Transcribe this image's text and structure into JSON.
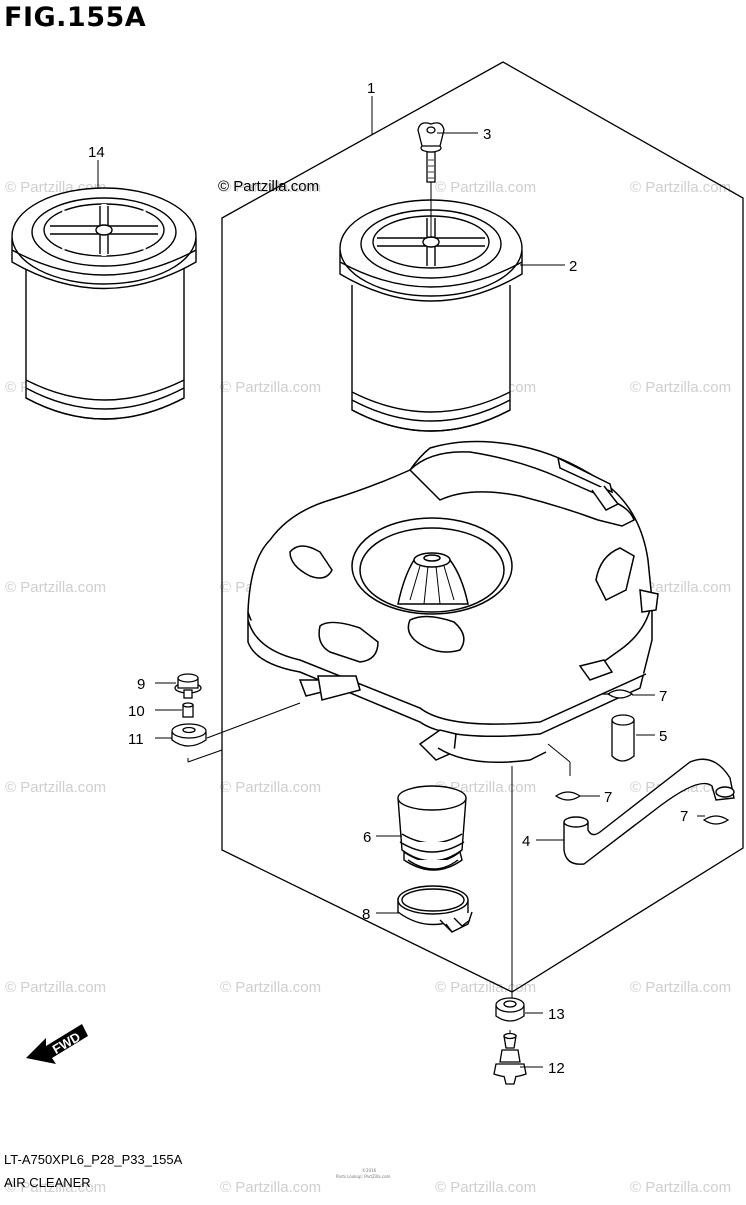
{
  "figure": {
    "title": "FIG.155A",
    "model_code": "LT-A750XPL6_P28_P33_155A",
    "caption": "AIR CLEANER",
    "credit": "© Partzilla.com",
    "watermark": "© Partzilla.com",
    "fwd_label": "FWD",
    "footer_small": [
      "©2016",
      "Parts Lookup: PartZilla.com"
    ]
  },
  "callouts": [
    {
      "id": "1",
      "part": "air-cleaner-assembly"
    },
    {
      "id": "2",
      "part": "air-filter-element"
    },
    {
      "id": "3",
      "part": "wing-bolt"
    },
    {
      "id": "4",
      "part": "drain-hose"
    },
    {
      "id": "5",
      "part": "hose-short"
    },
    {
      "id": "6",
      "part": "outlet-tube"
    },
    {
      "id": "7",
      "part": "hose-clip"
    },
    {
      "id": "8",
      "part": "clamp"
    },
    {
      "id": "9",
      "part": "bolt"
    },
    {
      "id": "10",
      "part": "collar"
    },
    {
      "id": "11",
      "part": "cushion"
    },
    {
      "id": "12",
      "part": "drain-plug"
    },
    {
      "id": "13",
      "part": "drain-cap"
    },
    {
      "id": "14",
      "part": "spare-filter-element"
    }
  ],
  "colors": {
    "line": "#000000",
    "watermark": "#cfcfcf",
    "background": "#ffffff"
  }
}
